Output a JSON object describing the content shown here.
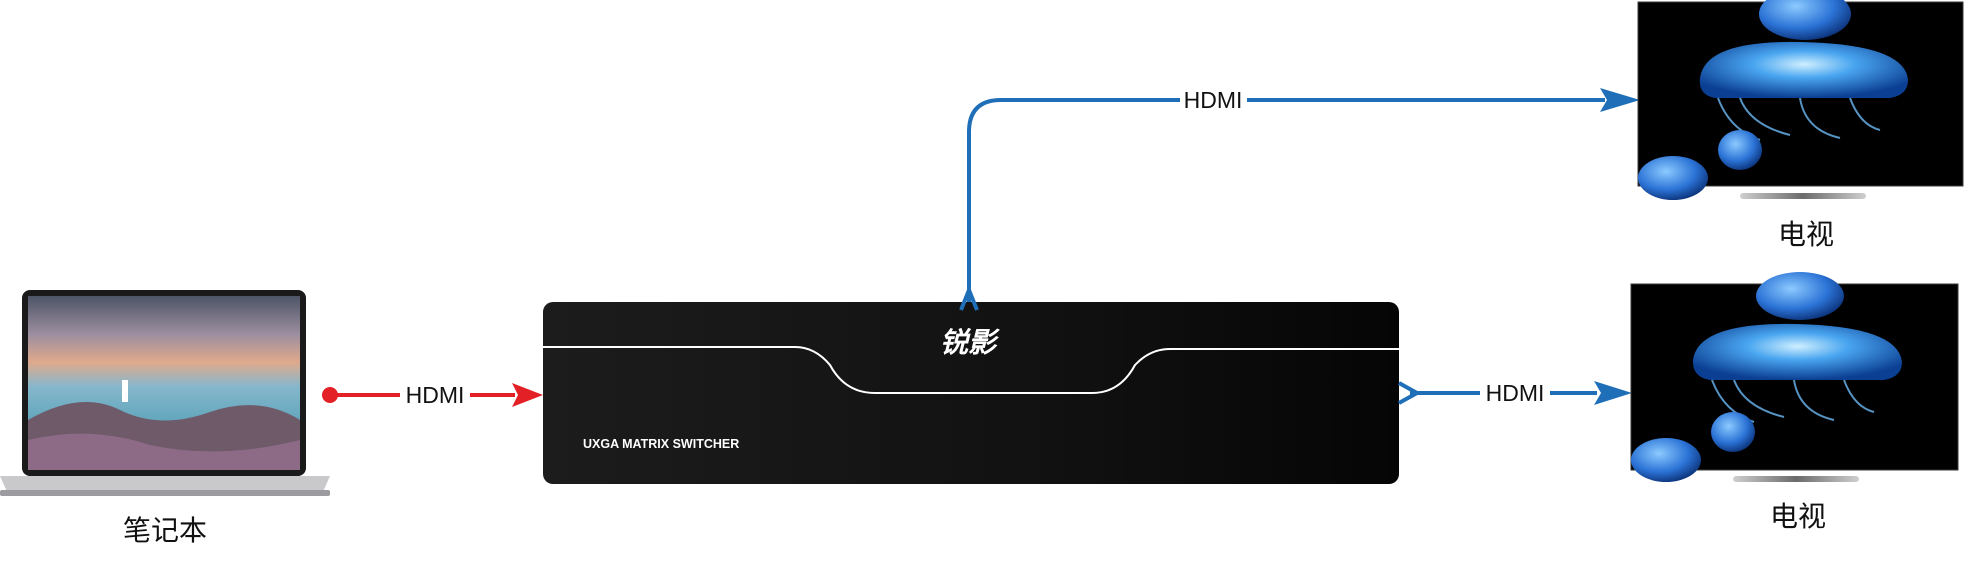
{
  "devices": {
    "laptop": {
      "caption": "笔记本"
    },
    "switcher": {
      "brand": "锐影",
      "model": "UXGA  MATRIX  SWITCHER"
    },
    "tv_top": {
      "caption": "电视"
    },
    "tv_bottom": {
      "caption": "电视"
    }
  },
  "connections": {
    "input": {
      "label": "HDMI",
      "color": "#e32025"
    },
    "output_top": {
      "label": "HDMI",
      "color": "#1f6fb8"
    },
    "output_bottom": {
      "label": "HDMI",
      "color": "#1f6fb8"
    }
  }
}
